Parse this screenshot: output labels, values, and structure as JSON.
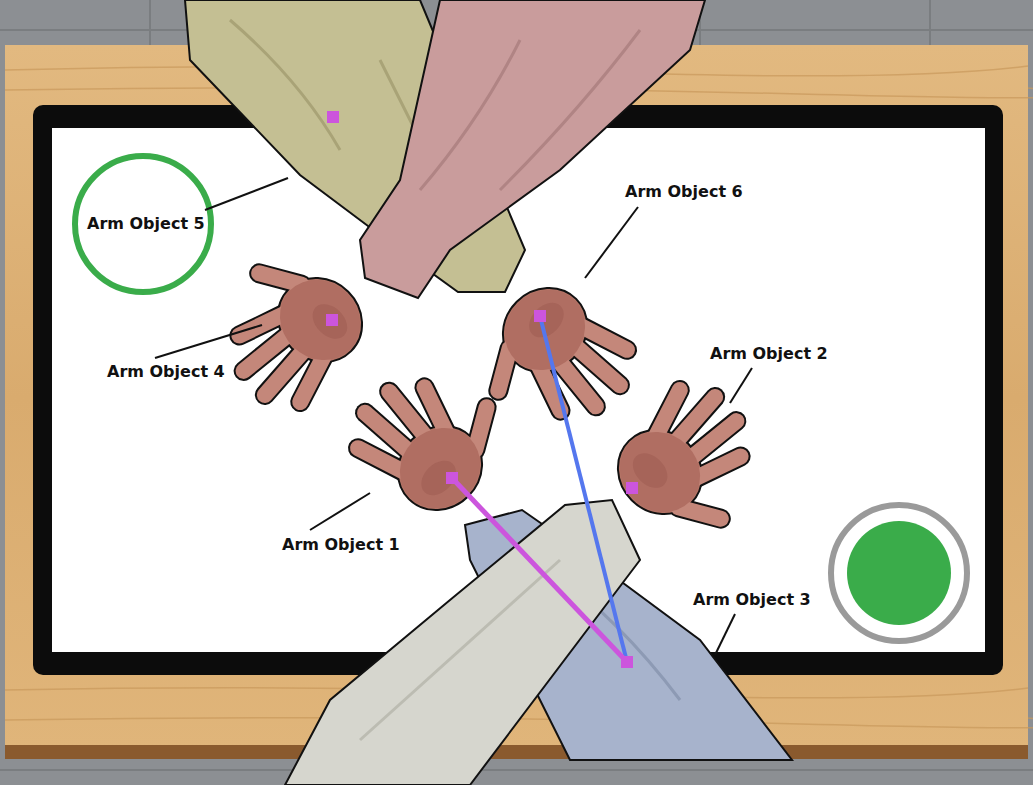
{
  "diagram": {
    "labels": [
      "Arm Object 5",
      "Arm Object 6",
      "Arm Object 4",
      "Arm Object 2",
      "Arm Object 1",
      "Arm Object 3"
    ]
  }
}
